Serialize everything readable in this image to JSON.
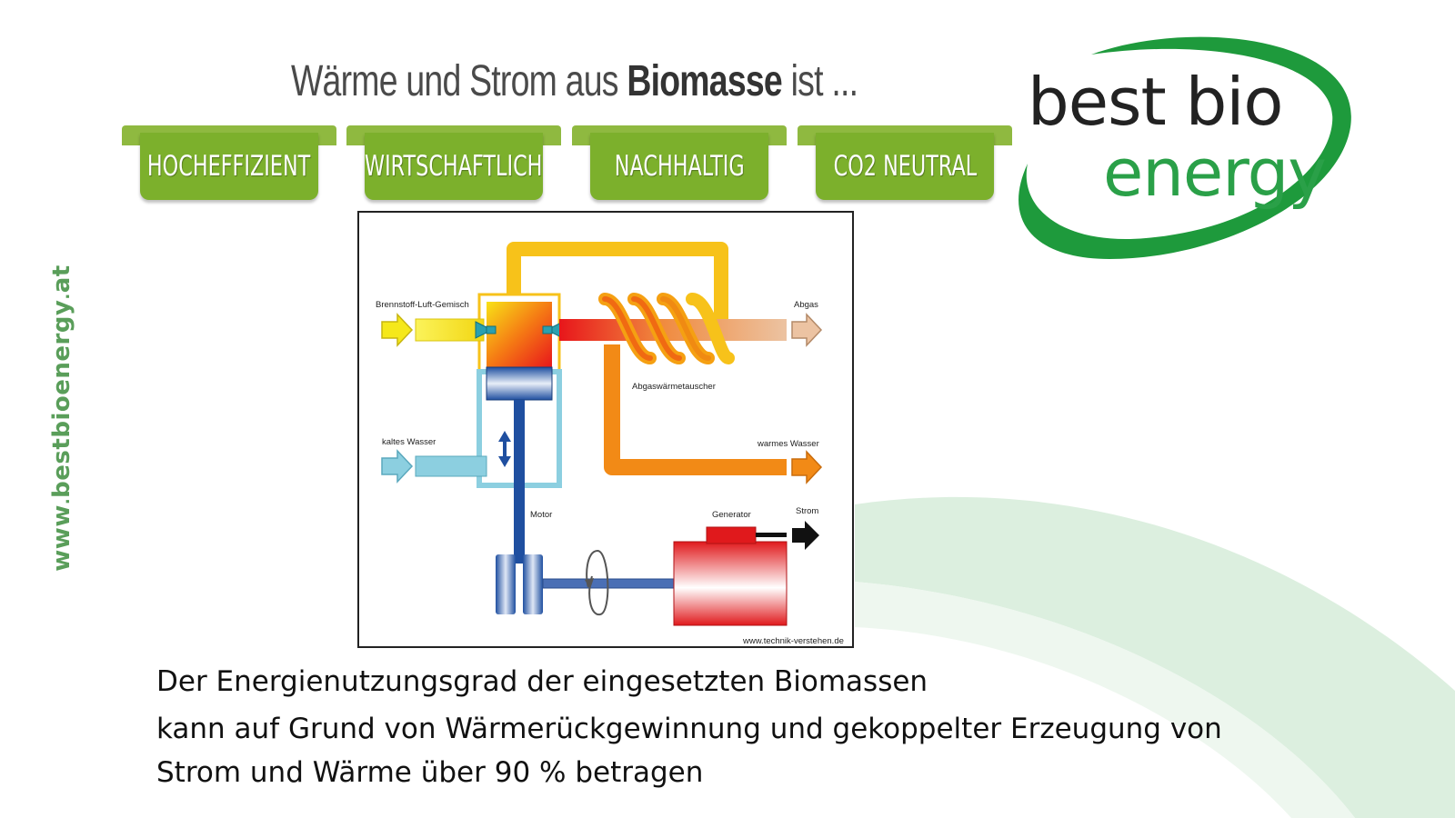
{
  "side_url": {
    "prefix": "www",
    "name": "bestbioenergy",
    "suffix": "at"
  },
  "headline": {
    "part1": "Wärme und Strom aus ",
    "bold": "Biomasse",
    "part2": " ist ..."
  },
  "ribbons": [
    {
      "label": "HOCHEFFIZIENT"
    },
    {
      "label": "WIRTSCHAFTLICH"
    },
    {
      "label": "NACHHALTIG"
    },
    {
      "label": "CO2 NEUTRAL"
    }
  ],
  "logo": {
    "line1": "best bio",
    "line2": "energy"
  },
  "diagram": {
    "labels": {
      "fuel_mix": "Brennstoff-Luft-Gemisch",
      "exhaust": "Abgas",
      "heat_exchanger": "Abgaswärmetauscher",
      "cold_water": "kaltes Wasser",
      "warm_water": "warmes Wasser",
      "motor": "Motor",
      "generator": "Generator",
      "power": "Strom",
      "credit": "www.technik-verstehen.de"
    },
    "colors": {
      "fuel": "#f5e81a",
      "hot": "#e8161b",
      "exhaust": "#e8b68a",
      "cold_water": "#8ccfe0",
      "warm_water": "#f28a16",
      "piston": "#1f4fa0",
      "generator": "#e0191c",
      "frame_pipe": "#f7c21a"
    }
  },
  "caption": [
    "Der Energienutzungsgrad der eingesetzten Biomassen",
    "kann auf Grund von Wärmerückgewinnung und gekoppelter Erzeugung von",
    "Strom und Wärme über 90 % betragen"
  ]
}
